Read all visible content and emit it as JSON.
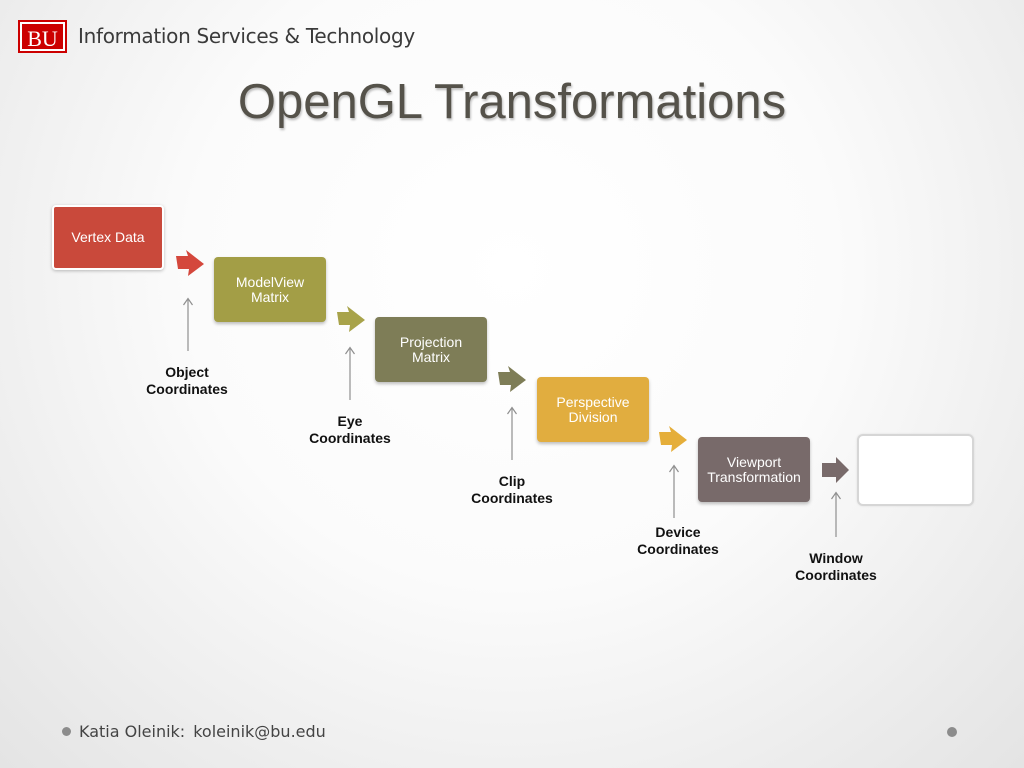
{
  "header": {
    "logo_text": "BU",
    "org_name": "Information Services & Technology"
  },
  "slide": {
    "title": "OpenGL Transformations"
  },
  "diagram": {
    "stages": [
      {
        "label": "Vertex Data",
        "color": "#c9493b"
      },
      {
        "label": "ModelView Matrix",
        "color": "#a39e46"
      },
      {
        "label": "Projection Matrix",
        "color": "#7e7d57"
      },
      {
        "label": "Perspective Division",
        "color": "#e1ad3f"
      },
      {
        "label": "Viewport Transformation",
        "color": "#786a6a"
      },
      {
        "label": "",
        "color": "#ffffff"
      }
    ],
    "arrow_colors": [
      "#d4473c",
      "#a8a34a",
      "#7e7d57",
      "#e5ae3a",
      "#786a6a"
    ],
    "coordinates": [
      {
        "line1": "Object",
        "line2": "Coordinates"
      },
      {
        "line1": "Eye",
        "line2": "Coordinates"
      },
      {
        "line1": "Clip",
        "line2": "Coordinates"
      },
      {
        "line1": "Device",
        "line2": "Coordinates"
      },
      {
        "line1": "Window",
        "line2": "Coordinates"
      }
    ]
  },
  "footer": {
    "author": "Katia Oleinik:",
    "email": "koleinik@bu.edu"
  }
}
